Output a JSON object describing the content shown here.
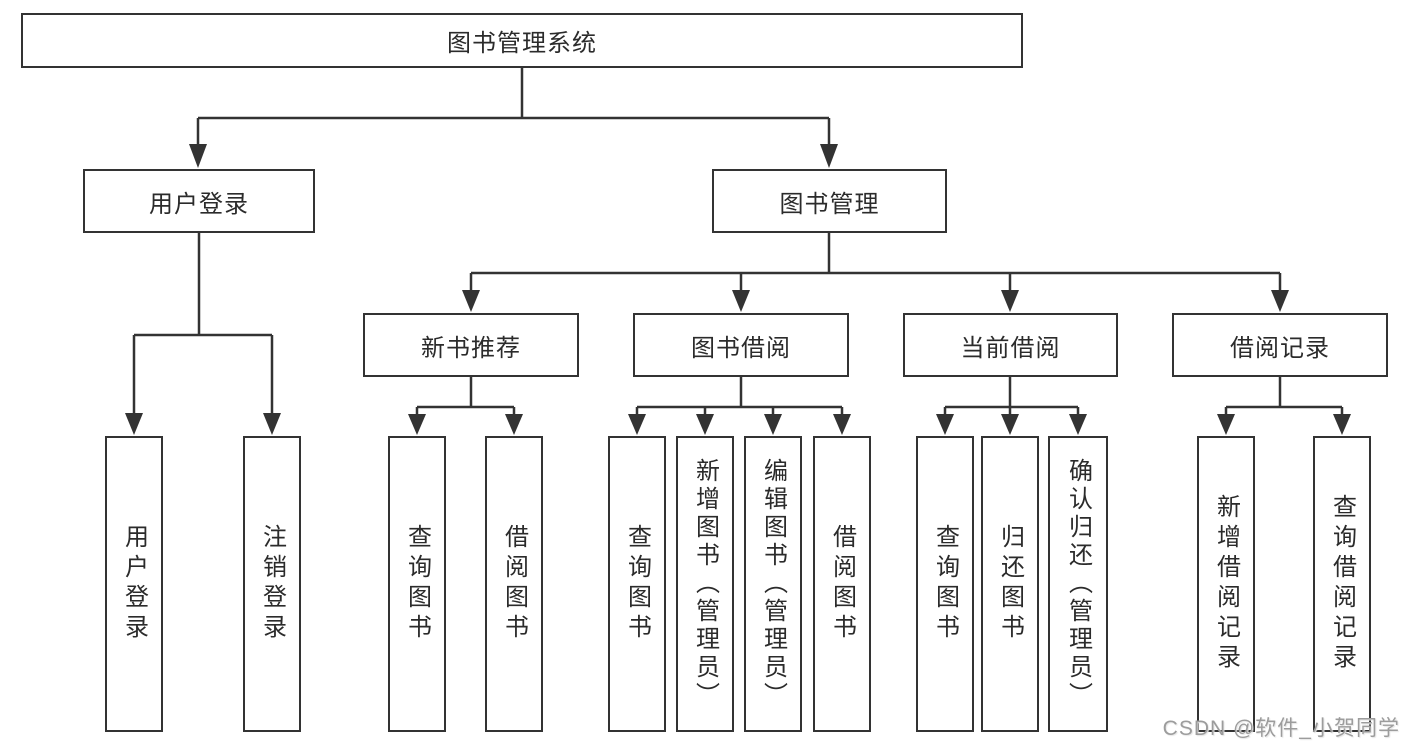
{
  "tree": {
    "root": {
      "label": "图书管理系统"
    },
    "children": [
      {
        "label": "用户登录",
        "children": [
          {
            "label": "用户登录"
          },
          {
            "label": "注销登录"
          }
        ]
      },
      {
        "label": "图书管理",
        "children": [
          {
            "label": "新书推荐",
            "children": [
              {
                "label": "查询图书"
              },
              {
                "label": "借阅图书"
              }
            ]
          },
          {
            "label": "图书借阅",
            "children": [
              {
                "label": "查询图书"
              },
              {
                "label": "新增图书（管理员）"
              },
              {
                "label": "编辑图书（管理员）"
              },
              {
                "label": "借阅图书"
              }
            ]
          },
          {
            "label": "当前借阅",
            "children": [
              {
                "label": "查询图书"
              },
              {
                "label": "归还图书"
              },
              {
                "label": "确认归还（管理员）"
              }
            ]
          },
          {
            "label": "借阅记录",
            "children": [
              {
                "label": "新增借阅记录"
              },
              {
                "label": "查询借阅记录"
              }
            ]
          }
        ]
      }
    ]
  },
  "watermark": {
    "text": "CSDN @软件_小贺同学"
  },
  "colors": {
    "line": "#333333",
    "text": "#2b2b2b",
    "background": "#ffffff",
    "watermark": "#9c9c9c"
  }
}
